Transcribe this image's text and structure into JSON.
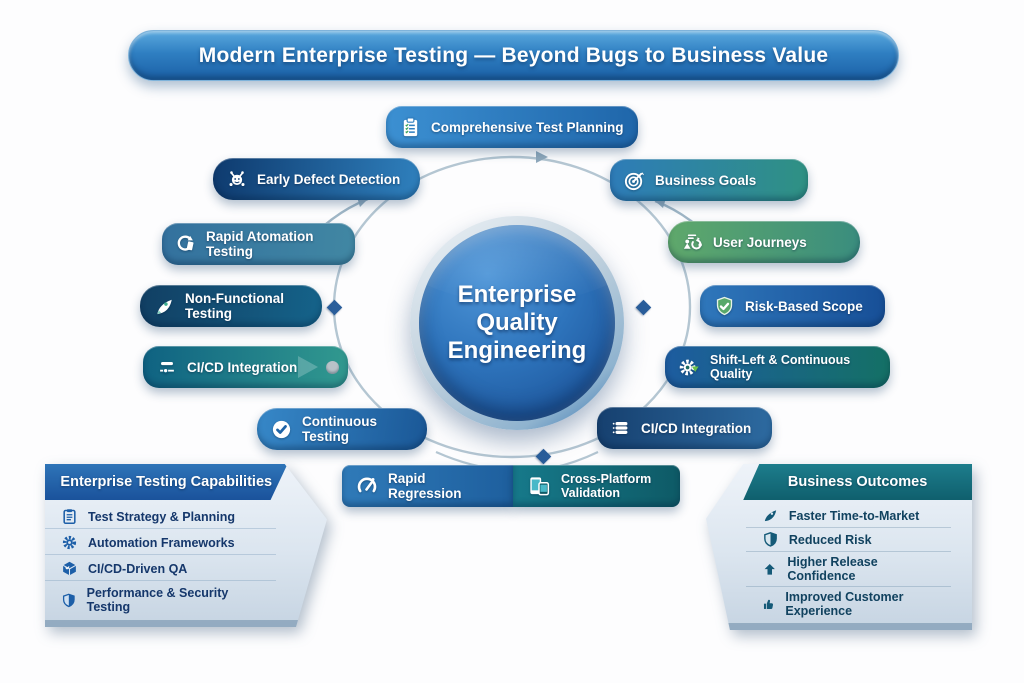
{
  "title": "Modern Enterprise Testing — Beyond Bugs to Business Value",
  "center": {
    "line1": "Enterprise",
    "line2": "Quality",
    "line3": "Engineering"
  },
  "badges": {
    "top": {
      "label": "Comprehensive Test Planning",
      "icon": "clipboard-check-icon"
    },
    "left": [
      {
        "label": "Early Defect Detection",
        "icon": "bug-icon"
      },
      {
        "label": "Rapid Atomation Testing",
        "icon": "refresh-doc-icon"
      },
      {
        "label": "Non-Functional Testing",
        "icon": "rocket-icon"
      },
      {
        "label": "CI/CD Integration",
        "icon": "pipeline-icon"
      },
      {
        "label": "Continuous Testing",
        "icon": "check-circle-icon"
      }
    ],
    "right": [
      {
        "label": "Business Goals",
        "icon": "target-icon"
      },
      {
        "label": "User Journeys",
        "icon": "user-flow-icon"
      },
      {
        "label": "Risk-Based Scope",
        "icon": "shield-check-icon"
      },
      {
        "label": "Shift-Left & Continuous Quality",
        "icon": "gear-arrow-icon"
      },
      {
        "label": "CI/CD Integration",
        "icon": "server-icon"
      }
    ],
    "bottom": [
      {
        "label": "Rapid Regression",
        "icon": "gauge-icon"
      },
      {
        "label": "Cross-Platform Validation",
        "icon": "devices-icon"
      }
    ]
  },
  "left_panel": {
    "title": "Enterprise Testing Capabilities",
    "items": [
      {
        "label": "Test Strategy & Planning",
        "icon": "clipboard-icon"
      },
      {
        "label": "Automation Frameworks",
        "icon": "gear-icon"
      },
      {
        "label": "CI/CD-Driven QA",
        "icon": "package-icon"
      },
      {
        "label": "Performance & Security Testing",
        "icon": "shield-icon"
      }
    ]
  },
  "right_panel": {
    "title": "Business Outcomes",
    "items": [
      {
        "label": "Faster Time-to-Market",
        "icon": "rocket-icon"
      },
      {
        "label": "Reduced Risk",
        "icon": "shield-icon"
      },
      {
        "label": "Higher Release Confidence",
        "icon": "arrow-up-icon"
      },
      {
        "label": "Improved Customer Experience",
        "icon": "thumbs-up-icon"
      }
    ]
  },
  "colors": {
    "banner_top": "#5aa9de",
    "banner_bottom": "#1b60a6",
    "circle_light": "#4f96d8",
    "circle_dark": "#16498e",
    "teal": "#16798a",
    "green_badge": "#5fa86b",
    "left_header": "#1a529b",
    "right_header": "#0f5f6d",
    "connector": "#b4c6d2",
    "diamond": "#2a5e9b"
  }
}
